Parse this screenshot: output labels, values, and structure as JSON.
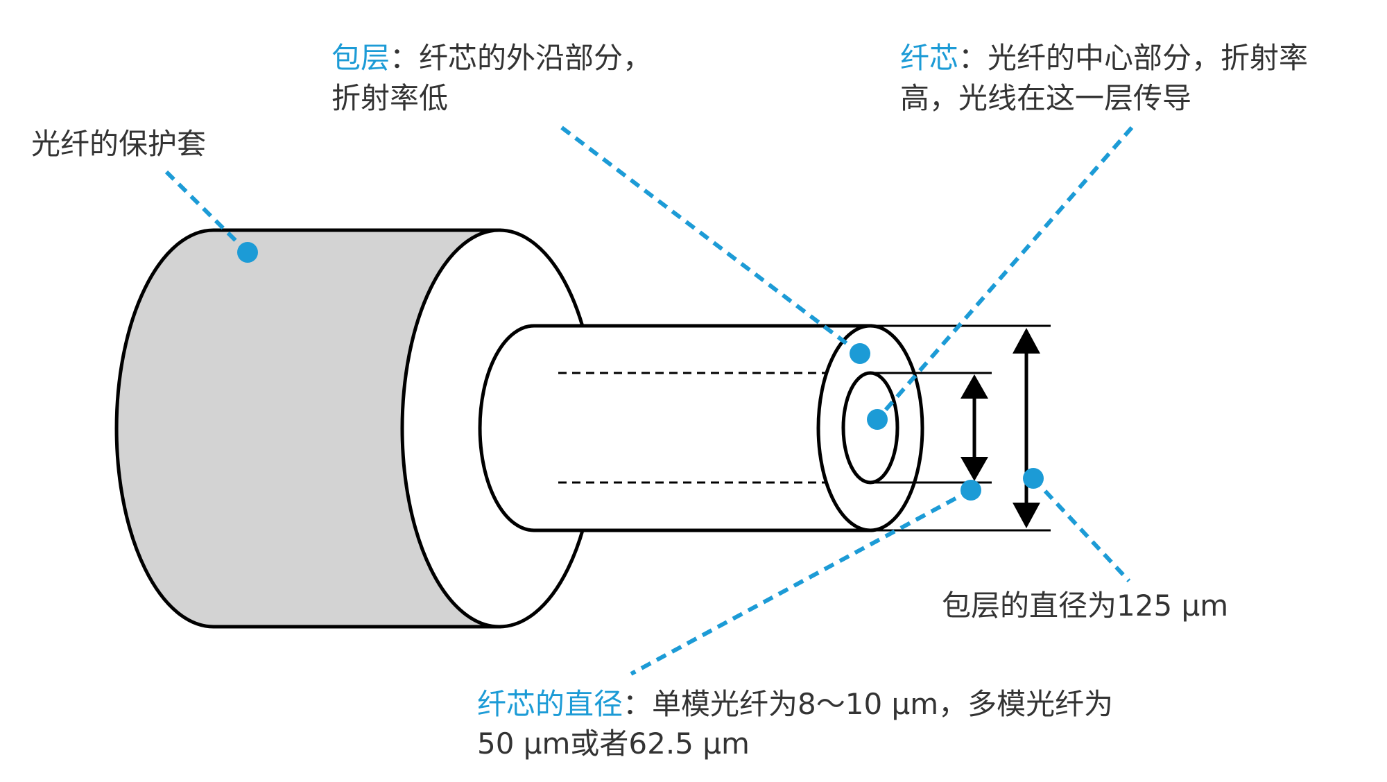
{
  "labels": {
    "jacket": {
      "text": "光纤的保护套"
    },
    "cladding": {
      "term": "包层",
      "sep": "：",
      "desc_line1": "纤芯的外沿部分，",
      "desc_line2": "折射率低"
    },
    "core": {
      "term": "纤芯",
      "sep": "：",
      "desc_line1": "光纤的中心部分，折射率",
      "desc_line2": "高，光线在这一层传导"
    },
    "cladding_diameter": {
      "text": "包层的直径为125 μm"
    },
    "core_diameter": {
      "term": "纤芯的直径",
      "sep": "：",
      "desc_line1": "单模光纤为8～10 μm，多模光纤为",
      "desc_line2": "50 μm或者62.5 μm"
    }
  },
  "colors": {
    "accent": "#1c9bd6",
    "jacket_fill": "#d3d3d3",
    "text": "#333333",
    "outline": "#000000"
  }
}
